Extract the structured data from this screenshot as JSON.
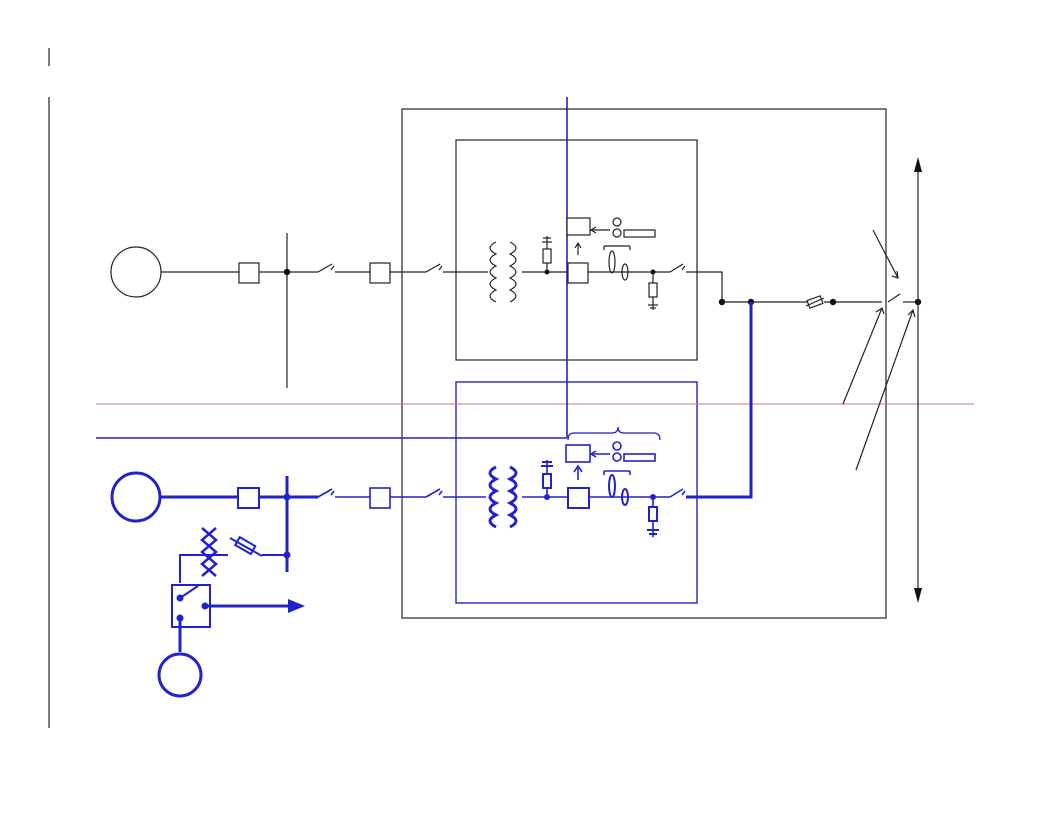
{
  "diagram": {
    "colors": {
      "black_circuit": "#222222",
      "blue_circuit": "#2222cc",
      "divider_line": "#cc7777"
    },
    "icons": [
      "generator-circle",
      "breaker-box",
      "disconnect-switch",
      "transformer-coil",
      "arrester",
      "current-transformer",
      "fuse",
      "relay-box",
      "arrow"
    ]
  }
}
